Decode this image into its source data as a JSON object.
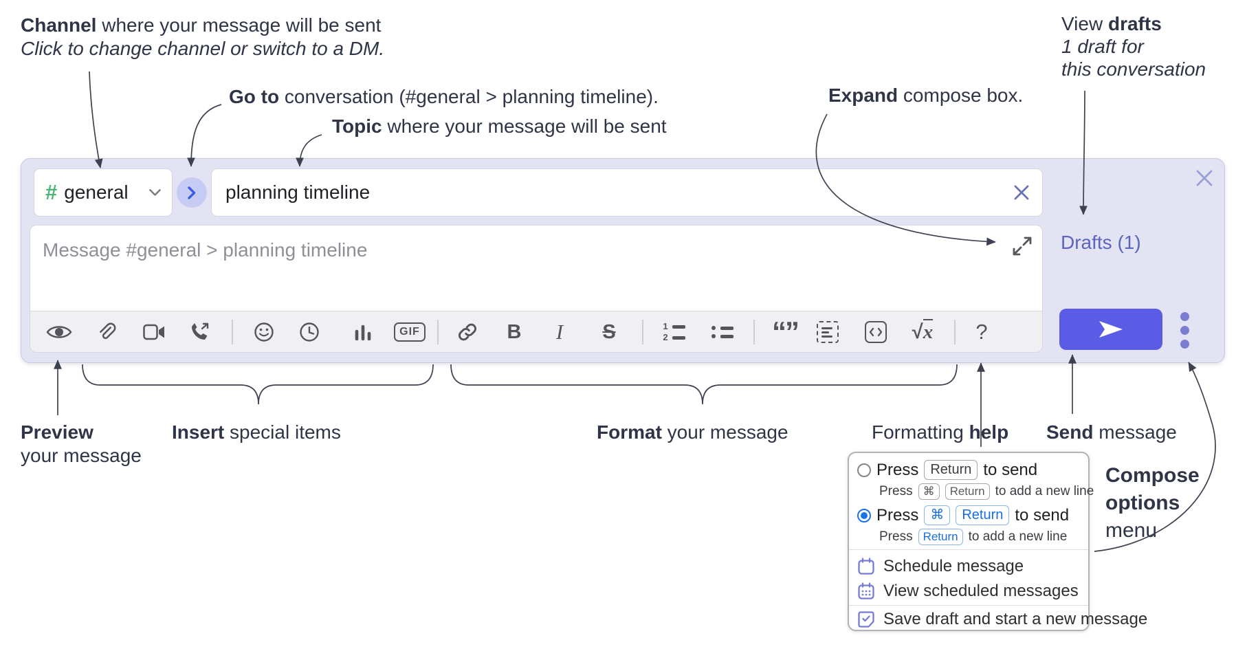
{
  "annotations": {
    "channel": {
      "bold": "Channel",
      "rest": " where your message will be sent",
      "sub": "Click to change channel or switch to a DM."
    },
    "goto": {
      "bold": "Go to",
      "rest": " conversation (#general > planning timeline)."
    },
    "topic": {
      "bold": "Topic",
      "rest": " where your message will be sent"
    },
    "expand": {
      "bold": "Expand",
      "rest": " compose box."
    },
    "drafts": {
      "pre": "View ",
      "bold": "drafts",
      "line2": "1 draft for",
      "line3": "this conversation"
    },
    "preview": {
      "bold": "Preview",
      "line2": "your message"
    },
    "insert": {
      "bold": "Insert",
      "rest": " special items"
    },
    "format": {
      "bold": "Format",
      "rest": " your message"
    },
    "formatting_help": {
      "pre": "Formatting ",
      "bold": "help"
    },
    "send": {
      "bold": "Send",
      "rest": " message"
    },
    "compose_options": {
      "line1": "Compose",
      "line2": "options",
      "line3": "menu"
    }
  },
  "compose": {
    "channel_hash": "#",
    "channel_name": "general",
    "topic_value": "planning timeline",
    "message_placeholder": "Message #general > planning timeline",
    "drafts_label": "Drafts (1)"
  },
  "toolbar": {
    "bold": "B",
    "italic": "I",
    "strike": "S",
    "gif": "GIF",
    "quote_marks": "“”",
    "ol_1": "1",
    "ol_2": "2",
    "math_root": "√",
    "math_x": "x",
    "help": "?"
  },
  "menu": {
    "option_return": {
      "pre": "Press",
      "key": "Return",
      "post": "to send",
      "sub_pre": "Press",
      "sub_key_cmd": "⌘",
      "sub_key_return": "Return",
      "sub_post": "to add a new line"
    },
    "option_cmd_return": {
      "pre": "Press",
      "key_cmd": "⌘",
      "key_return": "Return",
      "post": "to send",
      "sub_pre": "Press",
      "sub_key_return": "Return",
      "sub_post": "to add a new line"
    },
    "items": [
      {
        "icon": "calendar-icon",
        "label": "Schedule message"
      },
      {
        "icon": "calendar-grid-icon",
        "label": "View scheduled messages"
      },
      {
        "icon": "save-draft-icon",
        "label": "Save draft and start a new message"
      }
    ]
  },
  "colors": {
    "compose_bg": "#e2e4f3",
    "send_button": "#5b5ce6",
    "drafts_link": "#5e63bd",
    "hash_green": "#4eb577",
    "radio_selected": "#1a74e8",
    "menu_icon_purple": "#767bd6"
  }
}
